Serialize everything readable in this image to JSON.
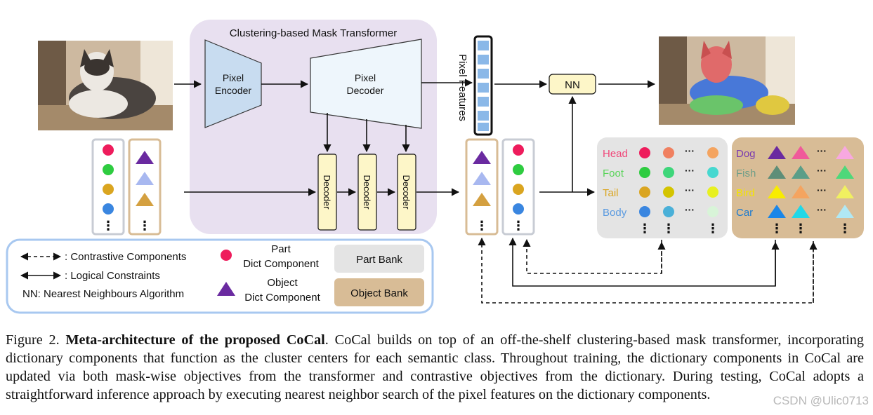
{
  "transformer": {
    "title": "Clustering-based Mask Transformer",
    "encoder_line1": "Pixel",
    "encoder_line2": "Encoder",
    "decoder_line1": "Pixel",
    "decoder_line2": "Decoder",
    "block_label": "Decoder"
  },
  "pixel_features_label": "Pixel Features",
  "nn_label": "NN",
  "ellipsis": "⋮",
  "hdots": "···",
  "part_bank": {
    "rows": [
      {
        "label": "Head",
        "label_color": "#f0487a",
        "dots": [
          "#ee1c5c",
          "#f08060",
          "#f4a460"
        ]
      },
      {
        "label": "Foot",
        "label_color": "#5ad45a",
        "dots": [
          "#2ecc40",
          "#3ed67a",
          "#46d8d0"
        ]
      },
      {
        "label": "Tail",
        "label_color": "#daa520",
        "dots": [
          "#daa520",
          "#d4c400",
          "#e8f020"
        ]
      },
      {
        "label": "Body",
        "label_color": "#5a9ae0",
        "dots": [
          "#3a86e0",
          "#4ab0d8",
          "#d8f4d8"
        ]
      }
    ]
  },
  "object_bank": {
    "rows": [
      {
        "label": "Dog",
        "label_color": "#7a3ab0",
        "tris": [
          "#6a2aa0",
          "#f05a9a",
          "#f8a8e0"
        ]
      },
      {
        "label": "Fish",
        "label_color": "#6e9e88",
        "tris": [
          "#5e8e78",
          "#5a9e88",
          "#4ed87a"
        ]
      },
      {
        "label": "Bird",
        "label_color": "#f4e400",
        "tris": [
          "#f8ec00",
          "#f4a460",
          "#f0f060"
        ]
      },
      {
        "label": "Car",
        "label_color": "#1a7ad0",
        "tris": [
          "#1a86e8",
          "#20d8e8",
          "#b0e8f4"
        ]
      }
    ]
  },
  "dict_part_colors": [
    "#ee1c5c",
    "#2ecc40",
    "#daa520",
    "#3a86e0"
  ],
  "dict_object_colors": [
    "#6a2aa0",
    "#a8b8f0",
    "#d4a040"
  ],
  "legend": {
    "contrastive": ": Contrastive Components",
    "logical": ": Logical Constraints",
    "nn": "NN: Nearest Neighbours Algorithm",
    "part_line1": "Part",
    "part_line2": "Dict Component",
    "object_line1": "Object",
    "object_line2": "Dict Component",
    "part_bank": "Part Bank",
    "object_bank": "Object Bank"
  },
  "caption": {
    "lead": "Figure 2. ",
    "bold": "Meta-architecture of the proposed CoCal",
    "body": ". CoCal builds on top of an off-the-shelf clustering-based mask transformer, incorporating dictionary components that function as the cluster centers for each semantic class. Throughout training, the dictionary components in CoCal are updated via both mask-wise objectives from the transformer and contrastive objectives from the dictionary. During testing, CoCal adopts a straightforward inference approach by executing nearest neighbor search of the pixel features on the dictionary components."
  },
  "watermark": "CSDN @Ulic0713",
  "colors": {
    "transformer_bg": "#e8e0f0",
    "encoder_fill": "#c8dcf0",
    "decoder_fill": "#eef6fc",
    "decoder_block": "#fdf6c8",
    "pixel_feature_cell": "#8ab8e8",
    "part_bank_bg": "#e4e4e4",
    "object_bank_bg": "#d8bc96",
    "legend_border": "#a8c8f0"
  }
}
